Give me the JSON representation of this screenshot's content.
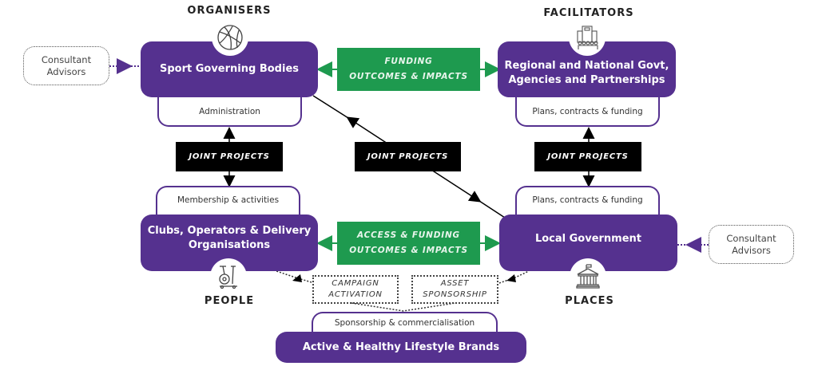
{
  "headings": {
    "organisers": "ORGANISERS",
    "facilitators": "FACILITATORS",
    "people": "PEOPLE",
    "places": "PLACES"
  },
  "nodes": {
    "sport_governing_bodies": {
      "title": "Sport Governing Bodies",
      "tab": "Administration"
    },
    "regional_govt": {
      "title_line1": "Regional and National Govt,",
      "title_line2": "Agencies and Partnerships",
      "tab": "Plans, contracts & funding"
    },
    "clubs": {
      "title_line1": "Clubs, Operators & Delivery",
      "title_line2": "Organisations",
      "tab": "Membership & activities"
    },
    "local_government": {
      "title": "Local Government",
      "tab": "Plans, contracts & funding"
    },
    "brands": {
      "title": "Active & Healthy Lifestyle Brands",
      "tab": "Sponsorship & commercialisation"
    }
  },
  "connectors": {
    "top_green": {
      "line1": "FUNDING",
      "line2": "OUTCOMES & IMPACTS"
    },
    "bottom_green": {
      "line1": "ACCESS & FUNDING",
      "line2": "OUTCOMES & IMPACTS"
    },
    "joint_left": "JOINT PROJECTS",
    "joint_center": "JOINT PROJECTS",
    "joint_right": "JOINT PROJECTS",
    "campaign": {
      "line1": "CAMPAIGN",
      "line2": "ACTIVATION"
    },
    "asset": {
      "line1": "ASSET",
      "line2": "SPONSORSHIP"
    }
  },
  "consultants": {
    "left": {
      "line1": "Consultant",
      "line2": "Advisors"
    },
    "right": {
      "line1": "Consultant",
      "line2": "Advisors"
    }
  },
  "icons": {
    "organisers": "basketball-icon",
    "facilitators": "building-people-icon",
    "people": "exercise-bike-icon",
    "places": "government-building-icon"
  },
  "colors": {
    "purple": "#55318f",
    "green": "#1e9a4f",
    "black": "#000000"
  }
}
